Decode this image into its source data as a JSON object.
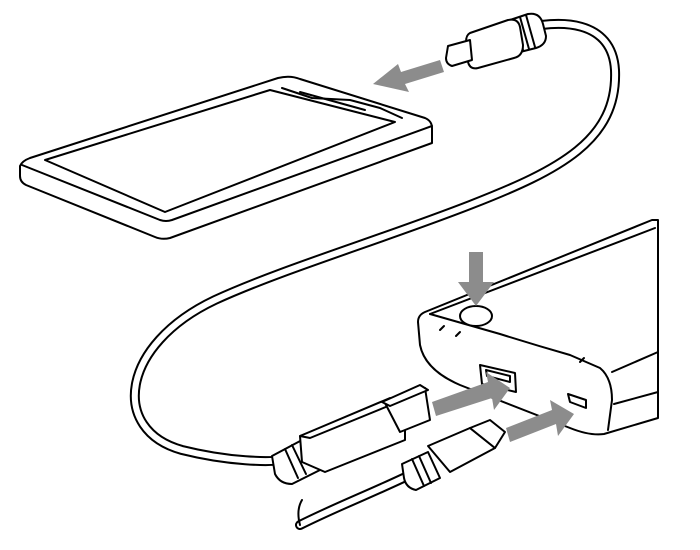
{
  "diagram": {
    "colors": {
      "line": "#000000",
      "fill": "#ffffff",
      "arrow": "#8c8c8c"
    },
    "parts": {
      "device": "smartphone",
      "charger": "power-bank",
      "cable": "usb-cable",
      "connectors": [
        "micro-usb-plug",
        "usb-a-plug",
        "micro-usb-plug"
      ],
      "ports": [
        "usb-a-port",
        "micro-usb-port",
        "power-button"
      ]
    },
    "arrows": [
      {
        "name": "plug-into-phone-arrow",
        "direction": "left"
      },
      {
        "name": "press-button-arrow",
        "direction": "down"
      },
      {
        "name": "insert-usb-a-arrow",
        "direction": "upper-right"
      },
      {
        "name": "insert-micro-usb-arrow",
        "direction": "upper-right"
      }
    ]
  }
}
